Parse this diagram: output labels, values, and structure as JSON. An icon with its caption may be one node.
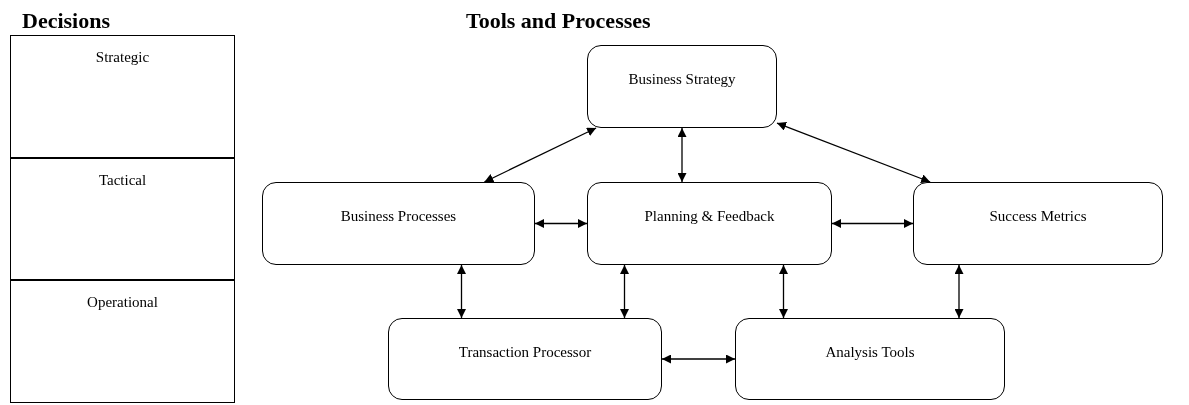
{
  "diagram": {
    "nodes": [
      {
        "text": [
          "Strategic"
        ]
      },
      {
        "text": [
          "Tactical"
        ]
      },
      {
        "text": [
          "Operational"
        ]
      },
      {
        "text": [
          "Business Strategy"
        ]
      },
      {
        "text": [
          "Business Processes"
        ]
      },
      {
        "text": [
          "Planning & Feedback"
        ]
      },
      {
        "text": [
          "Success Metrics"
        ]
      },
      {
        "text": [
          "Transaction Processor"
        ]
      },
      {
        "text": [
          "Analysis Tools"
        ]
      }
    ],
    "edges": [
      {
        "from": 3,
        "to": 4,
        "arrow": "both"
      },
      {
        "from": 3,
        "to": 5,
        "arrow": "both"
      },
      {
        "from": 3,
        "to": 6,
        "arrow": "both"
      },
      {
        "from": 4,
        "to": 5,
        "arrow": "both"
      },
      {
        "from": 5,
        "to": 6,
        "arrow": "both"
      },
      {
        "from": 4,
        "to": 7,
        "arrow": "both"
      },
      {
        "from": 5,
        "to": 7,
        "arrow": "both"
      },
      {
        "from": 5,
        "to": 8,
        "arrow": "both"
      },
      {
        "from": 6,
        "to": 8,
        "arrow": "both"
      },
      {
        "from": 7,
        "to": 8,
        "arrow": "both"
      }
    ],
    "labels": [
      "Decisions",
      "Tools and Processes"
    ]
  }
}
